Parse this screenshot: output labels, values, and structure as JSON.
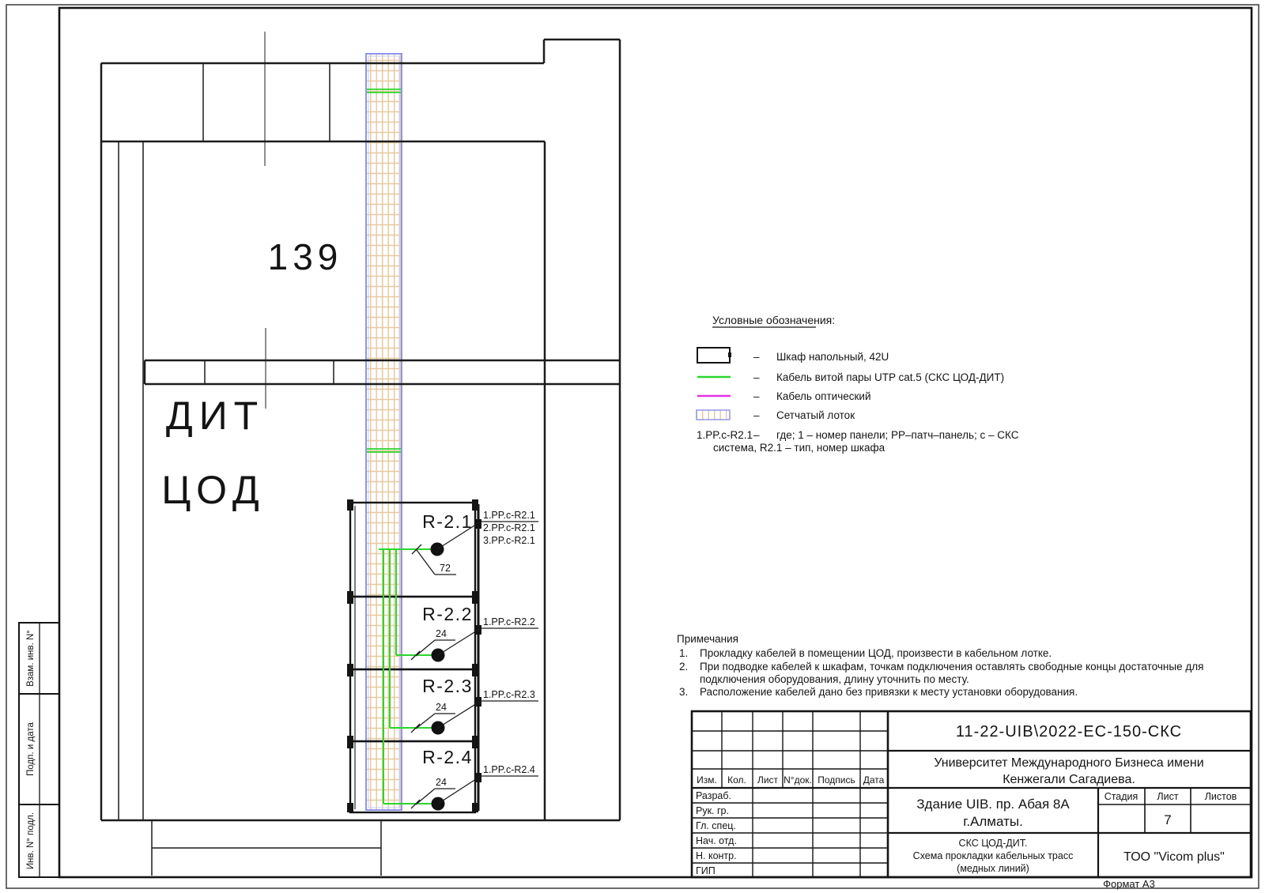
{
  "plan": {
    "rooms": {
      "room_number": "139",
      "dept_line1": "ДИТ",
      "dept_line2": "ЦОД"
    },
    "cabinets": [
      {
        "label": "R-2.1",
        "qty": "72",
        "callouts": [
          "1.PP.c-R2.1",
          "2.PP.c-R2.1",
          "3.PP.c-R2.1"
        ]
      },
      {
        "label": "R-2.2",
        "qty": "24",
        "callouts": [
          "1.PP.c-R2.2"
        ]
      },
      {
        "label": "R-2.3",
        "qty": "24",
        "callouts": [
          "1.PP.c-R2.3"
        ]
      },
      {
        "label": "R-2.4",
        "qty": "24",
        "callouts": [
          "1.PP.c-R2.4"
        ]
      }
    ]
  },
  "legend": {
    "title": "Условные обозначения:",
    "items": [
      {
        "symbol": "cabinet-symbol",
        "dash": "–",
        "label": "Шкаф напольный, 42U"
      },
      {
        "symbol": "utp-cable-symbol",
        "dash": "–",
        "label": "Кабель витой пары UTP cat.5 (СКС ЦОД-ДИТ)"
      },
      {
        "symbol": "optical-cable-symbol",
        "dash": "–",
        "label": "Кабель оптический"
      },
      {
        "symbol": "mesh-tray-symbol",
        "dash": "–",
        "label": "Сетчатый лоток"
      }
    ],
    "abbreviation": {
      "code": "1.PP.c-R2.1",
      "dash": "–",
      "line1": "где; 1 – номер панели; PP–патч–панель; с – СКС",
      "line2": "система, R2.1 – тип, номер шкафа"
    }
  },
  "notes": {
    "title": "Примечания",
    "items": [
      {
        "num": "1.",
        "lines": [
          "Прокладку кабелей в помещении ЦОД, произвести в кабельном лотке."
        ]
      },
      {
        "num": "2.",
        "lines": [
          "При подводке кабелей к шкафам, точкам подключения оставлять свободные концы достаточные для",
          "подключения оборудования, длину уточнить по месту."
        ]
      },
      {
        "num": "3.",
        "lines": [
          "Расположение кабелей дано без привязки к месту установки оборудования."
        ]
      }
    ]
  },
  "title_block": {
    "doc_code": "11-22-UIB\\2022-ЕС-150-СКС",
    "organization": [
      "Университет Международного Бизнеса имени",
      "Кенжегали Сагадиева."
    ],
    "object": [
      "Здание UIB. пр. Абая 8А",
      "г.Алматы."
    ],
    "drawing_title": [
      "СКС ЦОД-ДИТ.",
      "Схема прокладки кабельных трасс",
      "(медных линий)"
    ],
    "company": "ТОО \"Vicom plus\"",
    "columns": [
      "Изм.",
      "Кол.",
      "Лист",
      "N°док.",
      "Подпись",
      "Дата"
    ],
    "roles": [
      "Разраб.",
      "Рук. гр.",
      "Гл. спец.",
      "Нач. отд.",
      "Н. контр.",
      "ГИП"
    ],
    "stage_label": "Стадия",
    "sheet_label": "Лист",
    "sheets_label": "Листов",
    "sheet_number": "7"
  },
  "sidebar": {
    "labels": [
      "Взам. инв. N°",
      "Подп. и дата",
      "Инв. N° подл."
    ]
  },
  "footer": {
    "format": "Формат  А3"
  },
  "colors": {
    "utp_cable": "#2bd62b",
    "optical_cable": "#e632e6",
    "tray_border": "#9095e8",
    "tray_grid": "#e8c9a0",
    "line": "#1c1c1c"
  }
}
